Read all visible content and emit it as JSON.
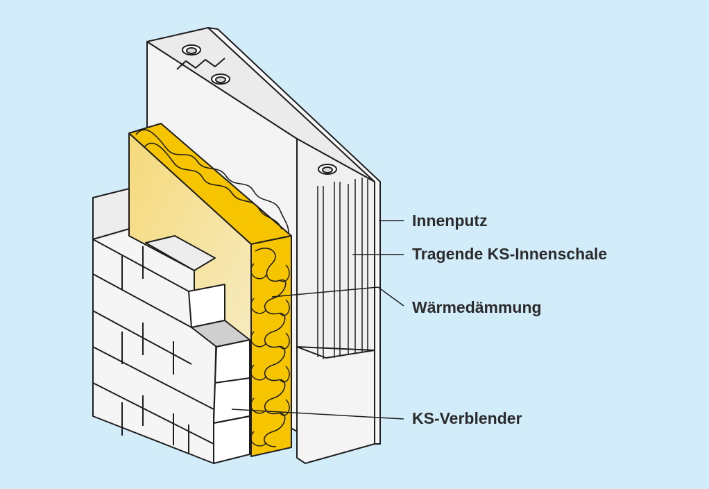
{
  "labels": {
    "innenputz": "Innenputz",
    "innenschale": "Tragende KS-Innenschale",
    "daemmung": "Wärmedämmung",
    "verblender": "KS-Verblender"
  },
  "colors": {
    "background": "#d3ecf9",
    "insulation": "#f7c400",
    "insulation_light": "#f5e29a",
    "block_face": "#f2f2f2",
    "block_side": "#e6e6e6",
    "outline": "#1d1d1d"
  }
}
